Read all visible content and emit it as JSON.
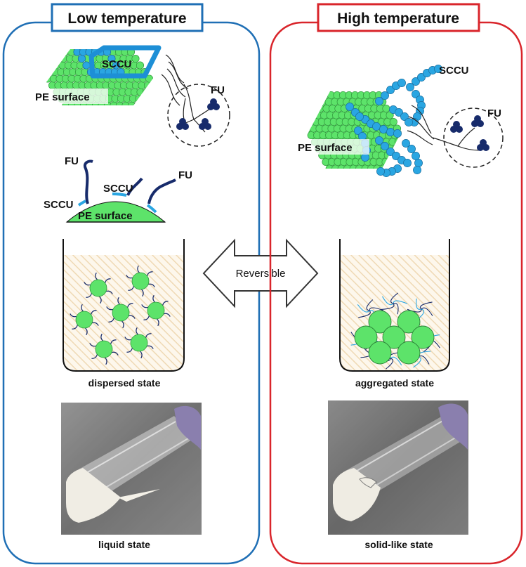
{
  "panels": {
    "low": {
      "title": "Low temperature",
      "border_color": "#1f6fb5",
      "sccu_label": "SCCU",
      "pe_surface_label": "PE surface",
      "fu_label": "FU",
      "particle_fu_left": "FU",
      "particle_fu_right": "FU",
      "particle_sccu_left": "SCCU",
      "particle_sccu_mid": "SCCU",
      "particle_surface_label": "PE surface",
      "beaker_caption": "dispersed state",
      "photo_caption": "liquid state"
    },
    "high": {
      "title": "High temperature",
      "border_color": "#d9252b",
      "sccu_label": "SCCU",
      "pe_surface_label": "PE surface",
      "fu_label": "FU",
      "beaker_caption": "aggregated state",
      "photo_caption": "solid-like state"
    }
  },
  "arrow": {
    "label": "Reversible"
  },
  "colors": {
    "pe_green": "#5de36a",
    "sccu_blue": "#2aa6e2",
    "fu_navy": "#172b6b"
  }
}
